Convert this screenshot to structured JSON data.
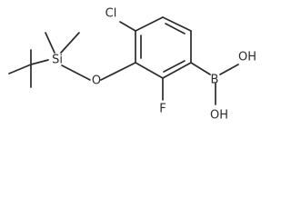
{
  "molecule": {
    "atoms": {
      "cl": "Cl",
      "si": "Si",
      "o": "O",
      "f": "F",
      "b": "B",
      "oh_upper": "OH",
      "oh_lower": "OH"
    }
  },
  "colors": {
    "bond": "#2b2b2b",
    "text": "#2b2b2b",
    "background": "#ffffff"
  }
}
